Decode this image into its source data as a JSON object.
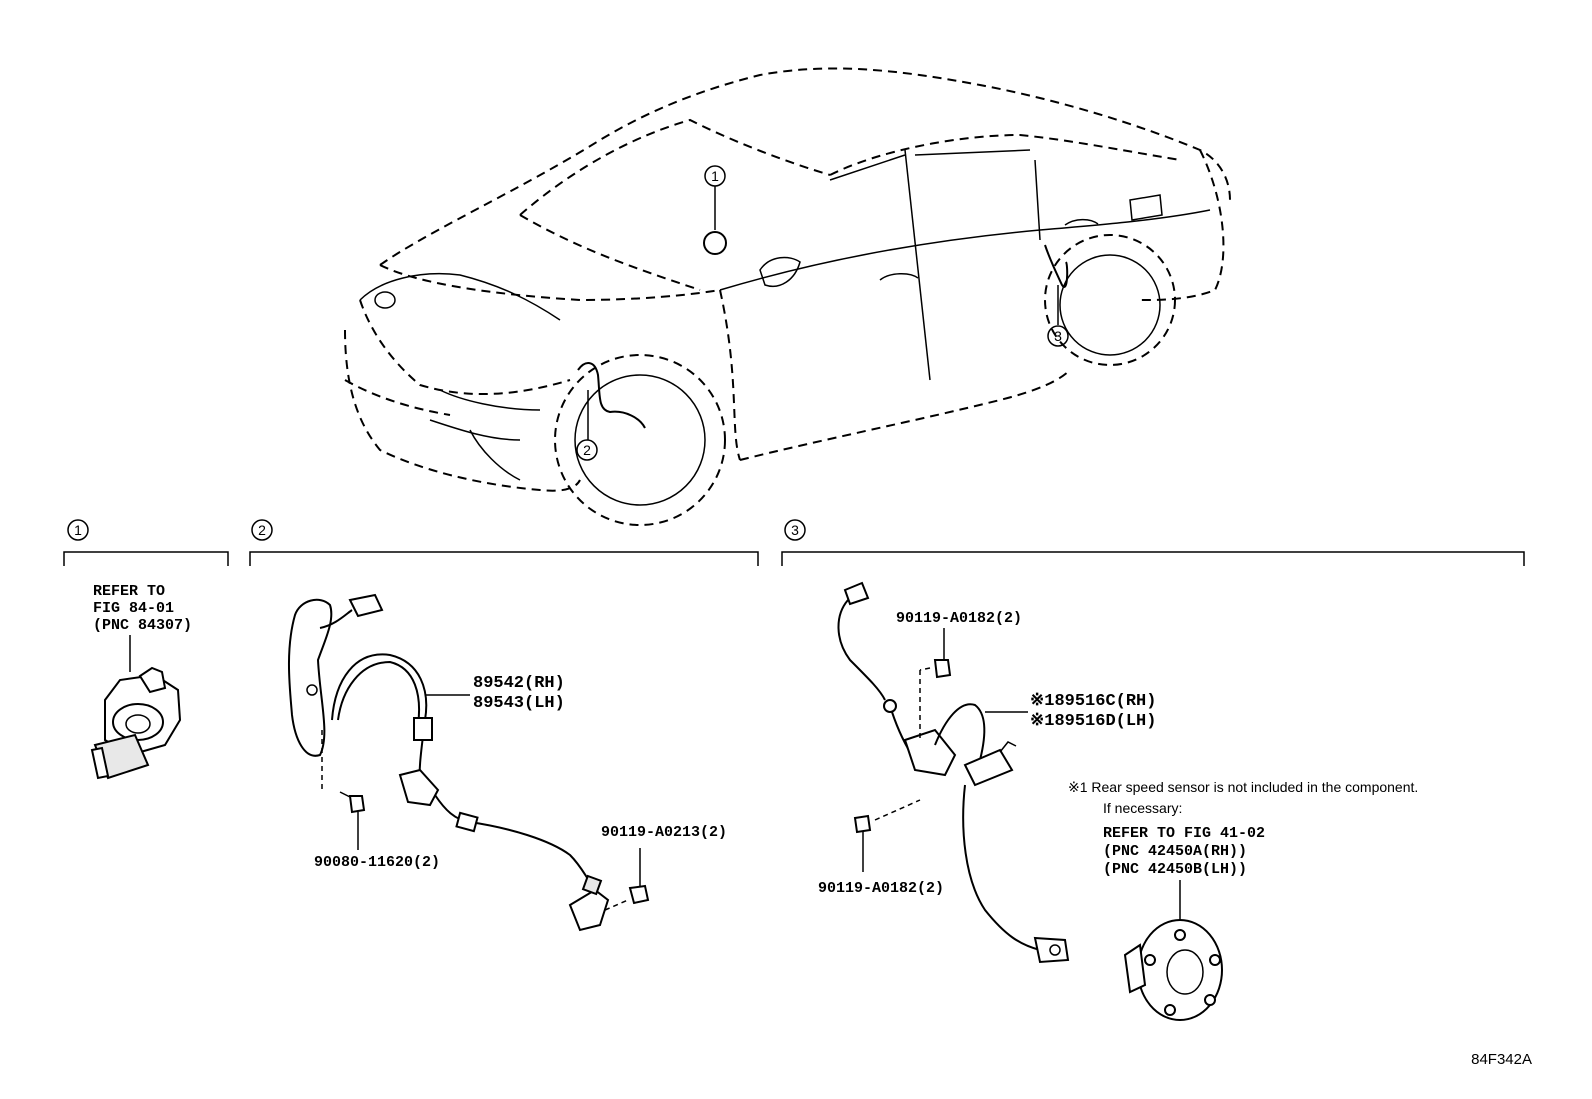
{
  "callouts": {
    "c1": "1",
    "c2": "2",
    "c3": "3"
  },
  "sections": [
    {
      "number": "1"
    },
    {
      "number": "2"
    },
    {
      "number": "3"
    }
  ],
  "section1": {
    "refer_line1": "REFER TO",
    "refer_line2": "FIG 84-01",
    "refer_line3": "(PNC 84307)"
  },
  "section2": {
    "sensor_rh": "89542(RH)",
    "sensor_lh": "89543(LH)",
    "bolt_a": "90080-11620(2)",
    "bolt_b": "90119-A0213(2)"
  },
  "section3": {
    "bolt_top": "90119-A0182(2)",
    "sensor_rh": "※189516C(RH)",
    "sensor_lh": "※189516D(LH)",
    "bolt_bottom": "90119-A0182(2)",
    "note_line1": "※1 Rear speed sensor is not included in the component.",
    "note_line2": "If necessary:",
    "refer_line1": "REFER TO FIG 41-02",
    "refer_line2": "(PNC 42450A(RH))",
    "refer_line3": "(PNC 42450B(LH))"
  },
  "figure_code": "84F342A"
}
